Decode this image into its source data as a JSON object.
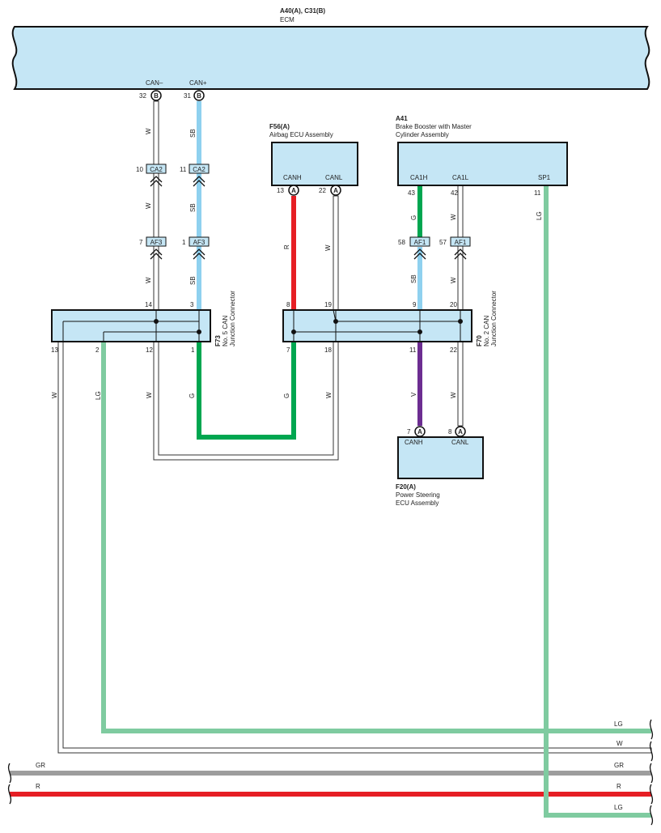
{
  "colors": {
    "box_fill": "#c5e6f5",
    "SB": "#8fd1ef",
    "R": "#e61e24",
    "G": "#00a650",
    "LG": "#7fcba0",
    "V": "#6c2d91",
    "GR": "#9d9d9d",
    "W": "#ffffff"
  },
  "ecm": {
    "code": "A40(A), C31(B)",
    "name": "ECM",
    "can_minus": "CAN–",
    "can_plus": "CAN+",
    "pin_can_minus": "32",
    "pin_can_plus": "31",
    "conn_letter": "B"
  },
  "airbag": {
    "code": "F56(A)",
    "name": "Airbag ECU Assembly",
    "canh": "CANH",
    "canl": "CANL",
    "pin_canh": "13",
    "pin_canl": "22",
    "conn_letter": "A"
  },
  "brake": {
    "code": "A41",
    "name_line1": "Brake Booster with Master",
    "name_line2": "Cylinder Assembly",
    "ca1h": "CA1H",
    "ca1l": "CA1L",
    "sp1": "SP1",
    "pin_ca1h": "43",
    "pin_ca1l": "42",
    "pin_sp1": "11"
  },
  "power_steering": {
    "code": "F20(A)",
    "name_line1": "Power Steering",
    "name_line2": "ECU Assembly",
    "canh": "CANH",
    "canl": "CANL",
    "pin_canh": "7",
    "pin_canl": "8",
    "conn_letter": "A"
  },
  "jc_f73": {
    "code": "F73",
    "name_line1": "No. 5 CAN",
    "name_line2": "Junction Connector",
    "top_pins": [
      "14",
      "3"
    ],
    "bottom_pins": [
      "13",
      "2",
      "12",
      "1"
    ]
  },
  "jc_f70": {
    "code": "F70",
    "name_line1": "No. 2 CAN",
    "name_line2": "Junction Connector",
    "top_pins": [
      "8",
      "19",
      "9",
      "20"
    ],
    "bottom_pins": [
      "7",
      "18",
      "11",
      "22"
    ]
  },
  "inline": {
    "ca2": "CA2",
    "af3": "AF3",
    "af1": "AF1",
    "ca2_pins": [
      "10",
      "11"
    ],
    "af3_pins": [
      "7",
      "1"
    ],
    "af1_pins": [
      "58",
      "57"
    ]
  },
  "wire_labels": {
    "W": "W",
    "SB": "SB",
    "R": "R",
    "G": "G",
    "LG": "LG",
    "V": "V",
    "GR": "GR"
  }
}
